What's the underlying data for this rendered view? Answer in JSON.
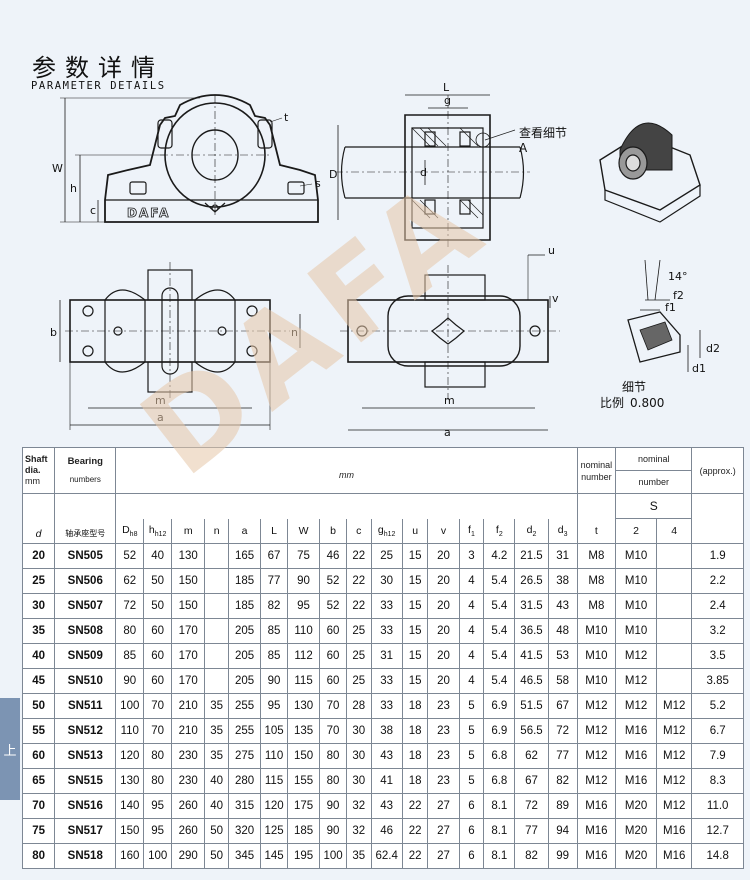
{
  "header": {
    "title_cn": "参数详情",
    "title_en": "PARAMETER DETAILS"
  },
  "diagram": {
    "brand_logo": "DAFA",
    "callout_view_detail": "查看细节",
    "callout_A": "A",
    "detail_label": "细节",
    "scale_label": "比例",
    "scale_value": "0.800",
    "angle": "14°",
    "dims_front": [
      "W",
      "h",
      "c",
      "t",
      "s"
    ],
    "dims_side": [
      "L",
      "g",
      "D",
      "d"
    ],
    "dims_top": [
      "b",
      "n",
      "m",
      "a"
    ],
    "dims_bottom": [
      "u",
      "v",
      "m",
      "a"
    ],
    "dims_detail": [
      "f2",
      "f1",
      "d2",
      "d1"
    ]
  },
  "table": {
    "head": {
      "shaft": "Shaft",
      "dia": "dia.",
      "mm_left": "mm",
      "bearing": "Bearing",
      "numbers": "numbers",
      "mm_center": "mm",
      "nominal_number": "nominal number",
      "nominal2": "nominal",
      "number2": "number",
      "approx": "(approx.)",
      "S": "S",
      "s2": "2",
      "s4": "4",
      "d": "d",
      "model_cn": "轴承座型号",
      "cols": [
        "Dh8",
        "hh12",
        "m",
        "n",
        "a",
        "L",
        "W",
        "b",
        "c",
        "gh12",
        "u",
        "v",
        "f1",
        "f2",
        "d2",
        "d3",
        "t"
      ]
    },
    "rows": [
      {
        "d": "20",
        "model": "SN505",
        "D": "52",
        "h": "40",
        "m": "130",
        "n": "",
        "a": "165",
        "L": "67",
        "W": "75",
        "b": "46",
        "c": "22",
        "g": "25",
        "u": "15",
        "v": "20",
        "f1": "3",
        "f2": "4.2",
        "d2": "21.5",
        "d3": "31",
        "t": "M8",
        "s2": "M10",
        "s4": "",
        "w": "1.9"
      },
      {
        "d": "25",
        "model": "SN506",
        "D": "62",
        "h": "50",
        "m": "150",
        "n": "",
        "a": "185",
        "L": "77",
        "W": "90",
        "b": "52",
        "c": "22",
        "g": "30",
        "u": "15",
        "v": "20",
        "f1": "4",
        "f2": "5.4",
        "d2": "26.5",
        "d3": "38",
        "t": "M8",
        "s2": "M10",
        "s4": "",
        "w": "2.2"
      },
      {
        "d": "30",
        "model": "SN507",
        "D": "72",
        "h": "50",
        "m": "150",
        "n": "",
        "a": "185",
        "L": "82",
        "W": "95",
        "b": "52",
        "c": "22",
        "g": "33",
        "u": "15",
        "v": "20",
        "f1": "4",
        "f2": "5.4",
        "d2": "31.5",
        "d3": "43",
        "t": "M8",
        "s2": "M10",
        "s4": "",
        "w": "2.4"
      },
      {
        "d": "35",
        "model": "SN508",
        "D": "80",
        "h": "60",
        "m": "170",
        "n": "",
        "a": "205",
        "L": "85",
        "W": "110",
        "b": "60",
        "c": "25",
        "g": "33",
        "u": "15",
        "v": "20",
        "f1": "4",
        "f2": "5.4",
        "d2": "36.5",
        "d3": "48",
        "t": "M10",
        "s2": "M10",
        "s4": "",
        "w": "3.2"
      },
      {
        "d": "40",
        "model": "SN509",
        "D": "85",
        "h": "60",
        "m": "170",
        "n": "",
        "a": "205",
        "L": "85",
        "W": "112",
        "b": "60",
        "c": "25",
        "g": "31",
        "u": "15",
        "v": "20",
        "f1": "4",
        "f2": "5.4",
        "d2": "41.5",
        "d3": "53",
        "t": "M10",
        "s2": "M12",
        "s4": "",
        "w": "3.5"
      },
      {
        "d": "45",
        "model": "SN510",
        "D": "90",
        "h": "60",
        "m": "170",
        "n": "",
        "a": "205",
        "L": "90",
        "W": "115",
        "b": "60",
        "c": "25",
        "g": "33",
        "u": "15",
        "v": "20",
        "f1": "4",
        "f2": "5.4",
        "d2": "46.5",
        "d3": "58",
        "t": "M10",
        "s2": "M12",
        "s4": "",
        "w": "3.85"
      },
      {
        "d": "50",
        "model": "SN511",
        "D": "100",
        "h": "70",
        "m": "210",
        "n": "35",
        "a": "255",
        "L": "95",
        "W": "130",
        "b": "70",
        "c": "28",
        "g": "33",
        "u": "18",
        "v": "23",
        "f1": "5",
        "f2": "6.9",
        "d2": "51.5",
        "d3": "67",
        "t": "M12",
        "s2": "M12",
        "s4": "M12",
        "w": "5.2"
      },
      {
        "d": "55",
        "model": "SN512",
        "D": "110",
        "h": "70",
        "m": "210",
        "n": "35",
        "a": "255",
        "L": "105",
        "W": "135",
        "b": "70",
        "c": "30",
        "g": "38",
        "u": "18",
        "v": "23",
        "f1": "5",
        "f2": "6.9",
        "d2": "56.5",
        "d3": "72",
        "t": "M12",
        "s2": "M16",
        "s4": "M12",
        "w": "6.7"
      },
      {
        "d": "60",
        "model": "SN513",
        "D": "120",
        "h": "80",
        "m": "230",
        "n": "35",
        "a": "275",
        "L": "110",
        "W": "150",
        "b": "80",
        "c": "30",
        "g": "43",
        "u": "18",
        "v": "23",
        "f1": "5",
        "f2": "6.8",
        "d2": "62",
        "d3": "77",
        "t": "M12",
        "s2": "M16",
        "s4": "M12",
        "w": "7.9"
      },
      {
        "d": "65",
        "model": "SN515",
        "D": "130",
        "h": "80",
        "m": "230",
        "n": "40",
        "a": "280",
        "L": "115",
        "W": "155",
        "b": "80",
        "c": "30",
        "g": "41",
        "u": "18",
        "v": "23",
        "f1": "5",
        "f2": "6.8",
        "d2": "67",
        "d3": "82",
        "t": "M12",
        "s2": "M16",
        "s4": "M12",
        "w": "8.3"
      },
      {
        "d": "70",
        "model": "SN516",
        "D": "140",
        "h": "95",
        "m": "260",
        "n": "40",
        "a": "315",
        "L": "120",
        "W": "175",
        "b": "90",
        "c": "32",
        "g": "43",
        "u": "22",
        "v": "27",
        "f1": "6",
        "f2": "8.1",
        "d2": "72",
        "d3": "89",
        "t": "M16",
        "s2": "M20",
        "s4": "M12",
        "w": "11.0"
      },
      {
        "d": "75",
        "model": "SN517",
        "D": "150",
        "h": "95",
        "m": "260",
        "n": "50",
        "a": "320",
        "L": "125",
        "W": "185",
        "b": "90",
        "c": "32",
        "g": "46",
        "u": "22",
        "v": "27",
        "f1": "6",
        "f2": "8.1",
        "d2": "77",
        "d3": "94",
        "t": "M16",
        "s2": "M20",
        "s4": "M16",
        "w": "12.7"
      },
      {
        "d": "80",
        "model": "SN518",
        "D": "160",
        "h": "100",
        "m": "290",
        "n": "50",
        "a": "345",
        "L": "145",
        "W": "195",
        "b": "100",
        "c": "35",
        "g": "62.4",
        "u": "22",
        "v": "27",
        "f1": "6",
        "f2": "8.1",
        "d2": "82",
        "d3": "99",
        "t": "M16",
        "s2": "M20",
        "s4": "M16",
        "w": "14.8"
      }
    ]
  },
  "side_tab": {
    "label": "上"
  }
}
